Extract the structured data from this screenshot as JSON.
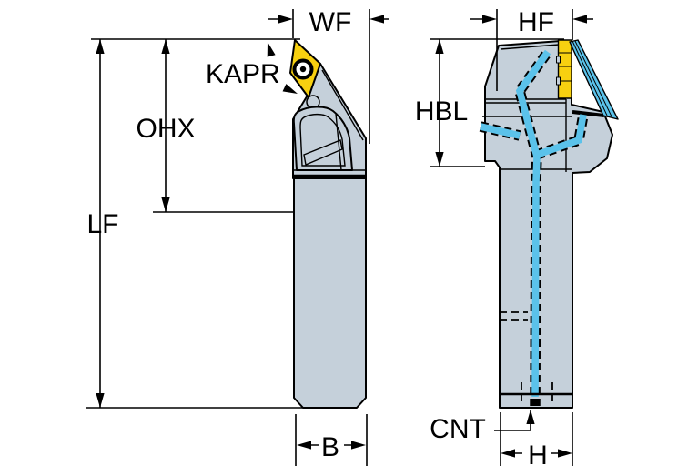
{
  "diagram": {
    "kind": "technical-dimension-drawing",
    "subject": "Turning tool holder with V-style insert and internal coolant channels, shown in front and side views",
    "views": [
      {
        "name": "front-view",
        "dimension_labels": [
          "WF",
          "KAPR",
          "OHX",
          "LF",
          "B"
        ]
      },
      {
        "name": "side-view",
        "dimension_labels": [
          "HF",
          "HBL",
          "CNT",
          "H"
        ]
      }
    ],
    "labels": {
      "wf": "WF",
      "kapr": "KAPR",
      "ohx": "OHX",
      "lf": "LF",
      "b": "B",
      "hf": "HF",
      "hbl": "HBL",
      "cnt": "CNT",
      "h": "H"
    },
    "colors": {
      "body": "#C5D0DA",
      "insert": "#F7D010",
      "coolant": "#5BC2EA",
      "line": "#000000",
      "background": "#FFFFFF"
    }
  }
}
